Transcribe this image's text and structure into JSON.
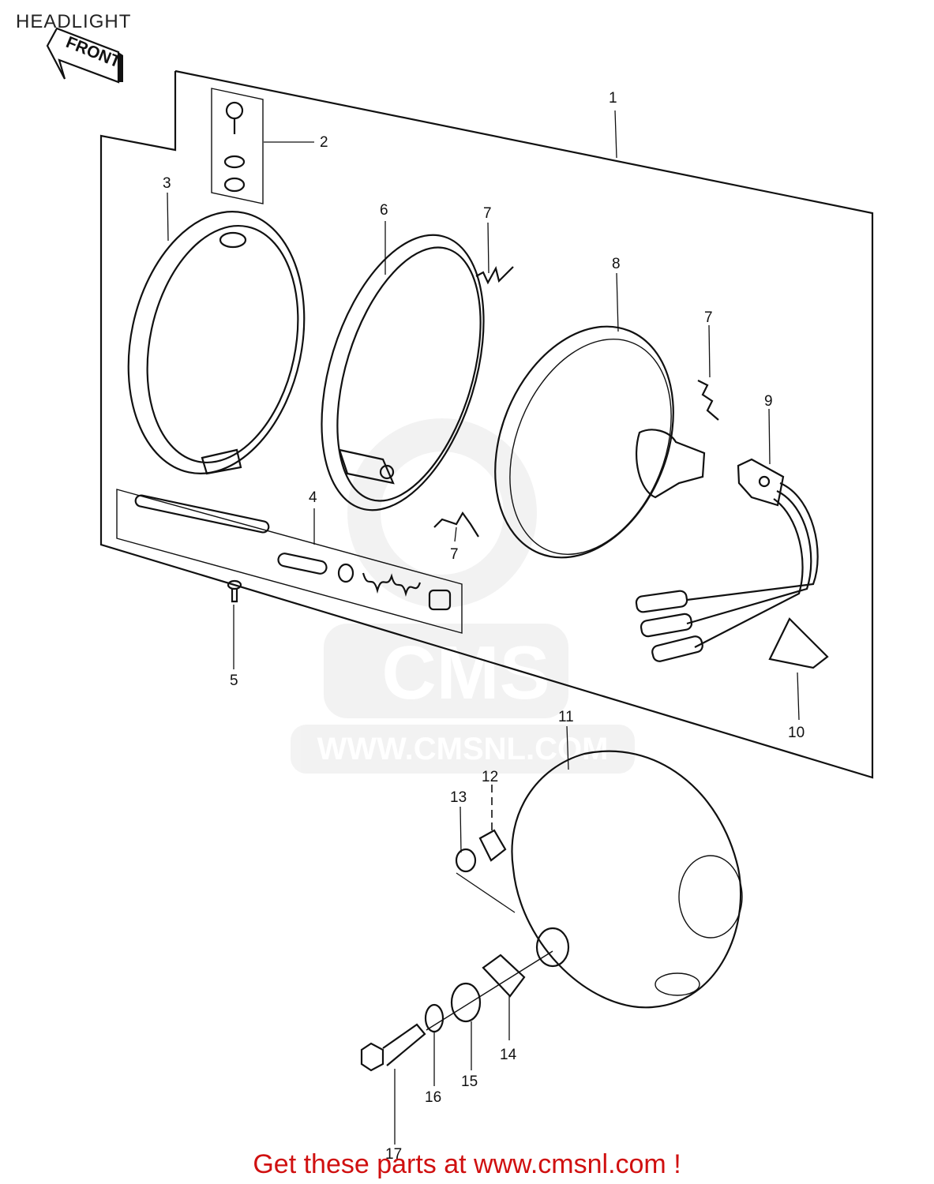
{
  "page": {
    "title": "HEADLIGHT",
    "front_label": "FRONT",
    "footer_cta": "Get these parts at www.cmsnl.com !"
  },
  "watermark": {
    "brand": "CMS",
    "url": "WWW.CMSNL.COM"
  },
  "callouts": [
    {
      "id": "c1",
      "label": "1"
    },
    {
      "id": "c2",
      "label": "2"
    },
    {
      "id": "c3",
      "label": "3"
    },
    {
      "id": "c4",
      "label": "4"
    },
    {
      "id": "c5",
      "label": "5"
    },
    {
      "id": "c6",
      "label": "6"
    },
    {
      "id": "c7a",
      "label": "7"
    },
    {
      "id": "c7b",
      "label": "7"
    },
    {
      "id": "c7c",
      "label": "7"
    },
    {
      "id": "c8",
      "label": "8"
    },
    {
      "id": "c9",
      "label": "9"
    },
    {
      "id": "c10",
      "label": "10"
    },
    {
      "id": "c11",
      "label": "11"
    },
    {
      "id": "c12",
      "label": "12"
    },
    {
      "id": "c13",
      "label": "13"
    },
    {
      "id": "c14",
      "label": "14"
    },
    {
      "id": "c15",
      "label": "15"
    },
    {
      "id": "c16",
      "label": "16"
    },
    {
      "id": "c17",
      "label": "17"
    }
  ]
}
